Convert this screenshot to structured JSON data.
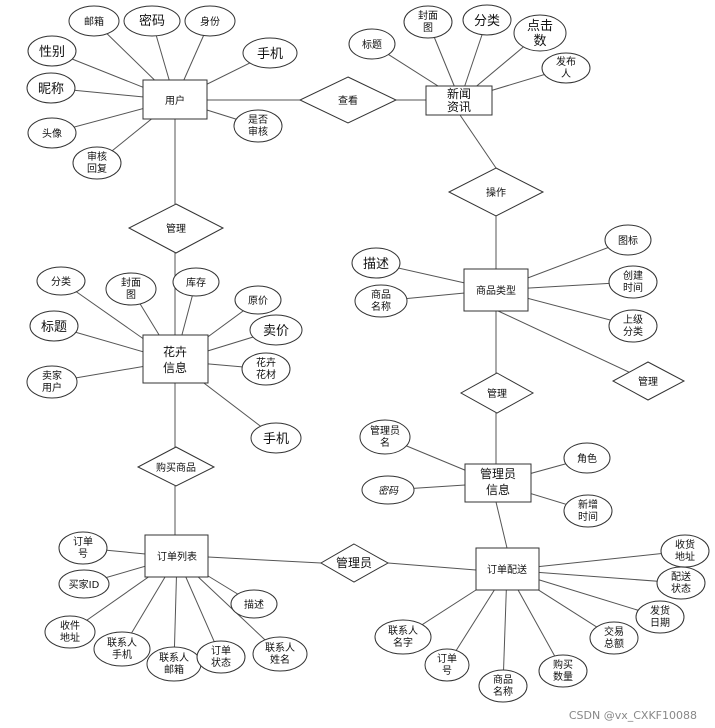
{
  "entities": {
    "user": "用户",
    "news": "新闻资讯",
    "category": "商品类型",
    "flower": "花卉信息",
    "admin": "管理员信息",
    "order_list": "订单列表",
    "delivery": "订单配送"
  },
  "relationships": {
    "view": "查看",
    "operate": "操作",
    "manage_user_flower": "管理",
    "manage_side": "管理",
    "manage_cat_admin": "管理",
    "buy": "购买商品",
    "admin_order": "管理员"
  },
  "attributes": {
    "user": [
      "邮箱",
      "密码",
      "身份",
      "手机",
      "性别",
      "昵称",
      "头像",
      "审核回复",
      "是否审核"
    ],
    "news": [
      "标题",
      "封面图",
      "分类",
      "点击数",
      "发布人"
    ],
    "category": [
      "描述",
      "商品名称",
      "图标",
      "创建时间",
      "上级分类"
    ],
    "flower": [
      "分类",
      "封面图",
      "库存",
      "原价",
      "标题",
      "卖价",
      "卖家用户",
      "花卉花材",
      "手机"
    ],
    "admin": [
      "管理员名",
      "密码",
      "角色",
      "新增时间"
    ],
    "order_list": [
      "订单号",
      "买家ID",
      "描述",
      "收件地址",
      "联系人手机",
      "联系人邮箱",
      "订单状态",
      "联系人姓名"
    ],
    "delivery": [
      "收货地址",
      "配送状态",
      "发货日期",
      "交易总额",
      "购买数量",
      "商品名称",
      "订单号",
      "联系人名字"
    ]
  },
  "watermark": "CSDN @vx_CXKF10088"
}
